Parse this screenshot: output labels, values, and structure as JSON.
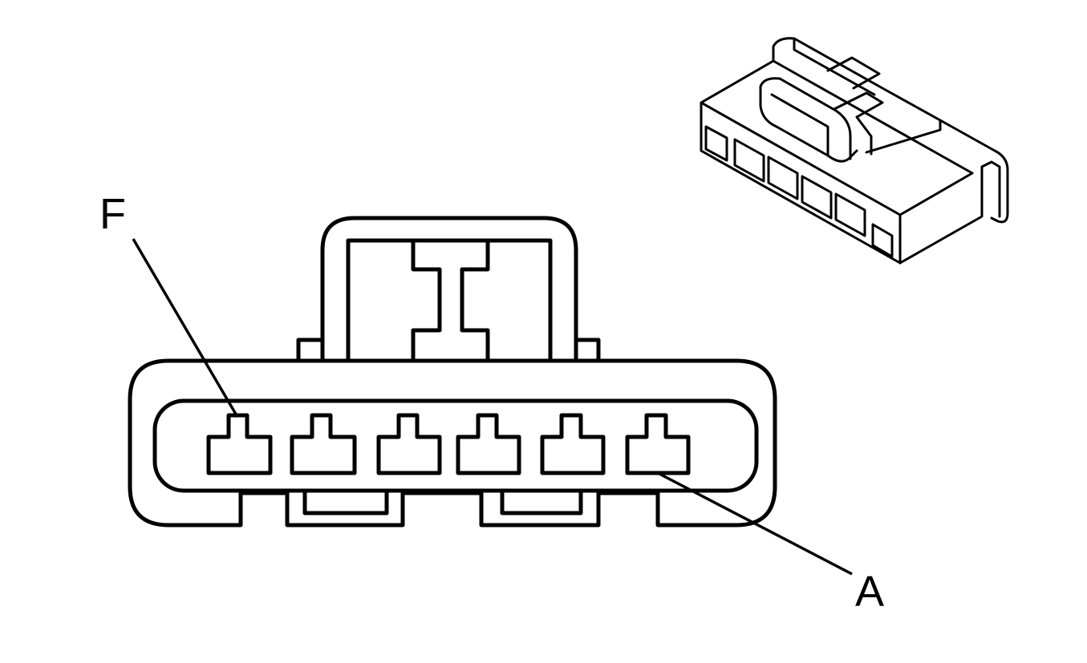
{
  "labels": {
    "pin_f": "F",
    "pin_a": "A"
  },
  "connector": {
    "cavity_count": 6
  },
  "colors": {
    "line": "#000000",
    "background": "#ffffff"
  }
}
